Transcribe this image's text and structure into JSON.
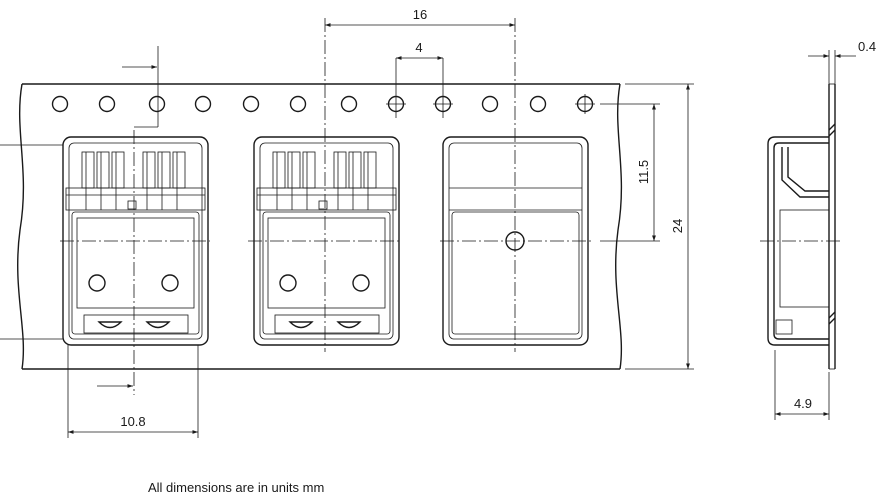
{
  "dimensions": {
    "pitch": "16",
    "sprocket_pitch": "4",
    "hole_offset": "11.5",
    "tape_width": "24",
    "pocket_width": "10.8",
    "thickness": "0.4",
    "pocket_depth": "4.9"
  },
  "note": "All dimensions are in units mm"
}
